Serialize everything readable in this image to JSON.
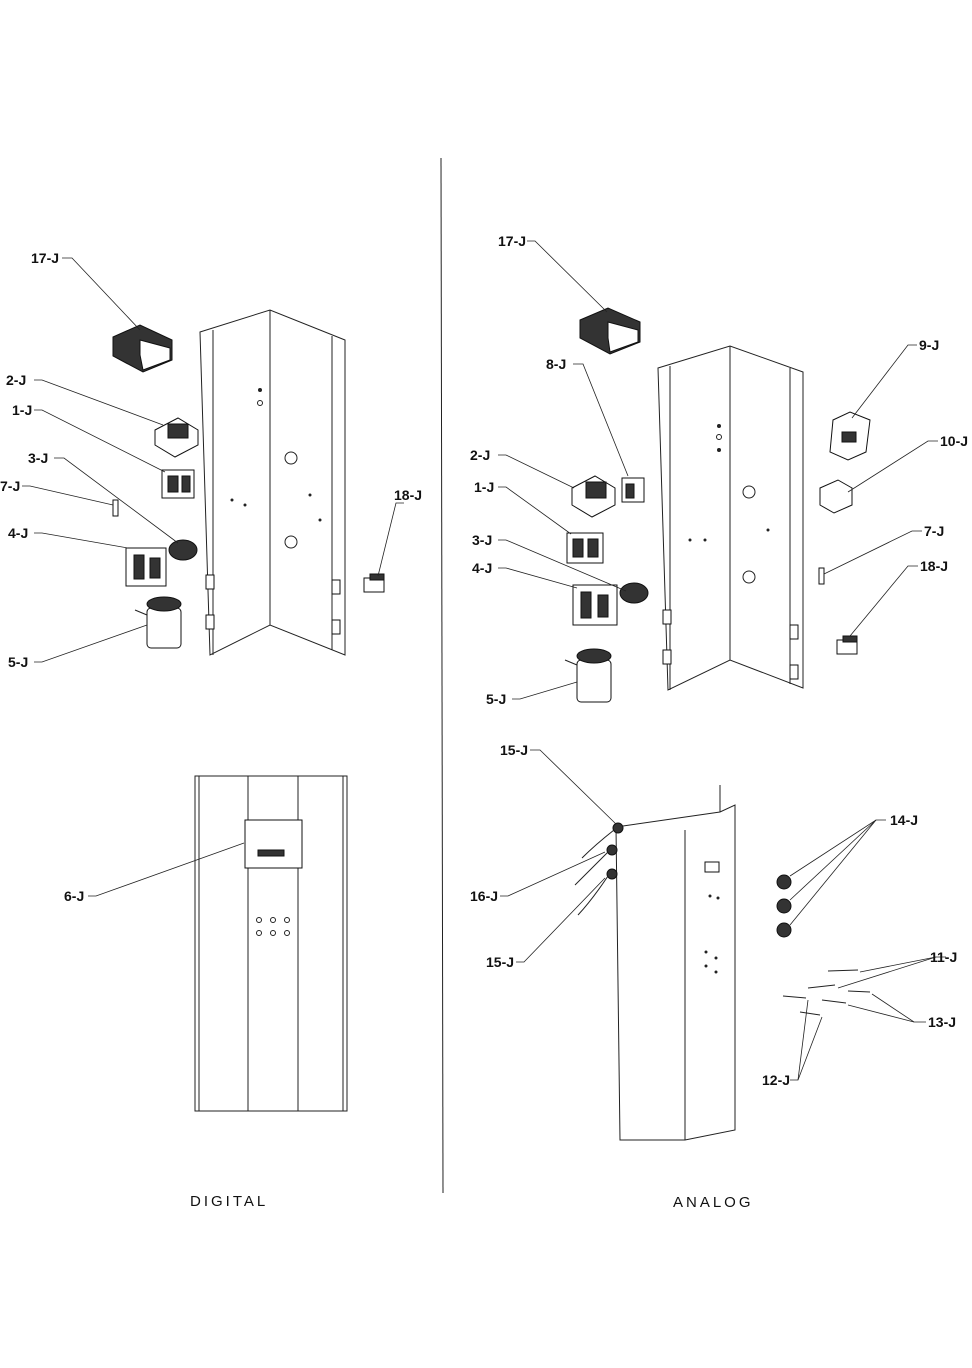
{
  "sections": {
    "digital": {
      "title": "DIGITAL"
    },
    "analog": {
      "title": "ANALOG"
    }
  },
  "callouts": {
    "digital": {
      "c17": "17-J",
      "c2": "2-J",
      "c1": "1-J",
      "c3": "3-J",
      "c7": "7-J",
      "c4": "4-J",
      "c5": "5-J",
      "c18": "18-J",
      "c6": "6-J"
    },
    "analog": {
      "c17": "17-J",
      "c8": "8-J",
      "c9": "9-J",
      "c2": "2-J",
      "c10": "10-J",
      "c1": "1-J",
      "c7": "7-J",
      "c3": "3-J",
      "c18": "18-J",
      "c4": "4-J",
      "c5": "5-J",
      "c15a": "15-J",
      "c14": "14-J",
      "c16": "16-J",
      "c15b": "15-J",
      "c11": "11-J",
      "c13": "13-J",
      "c12": "12-J"
    }
  }
}
